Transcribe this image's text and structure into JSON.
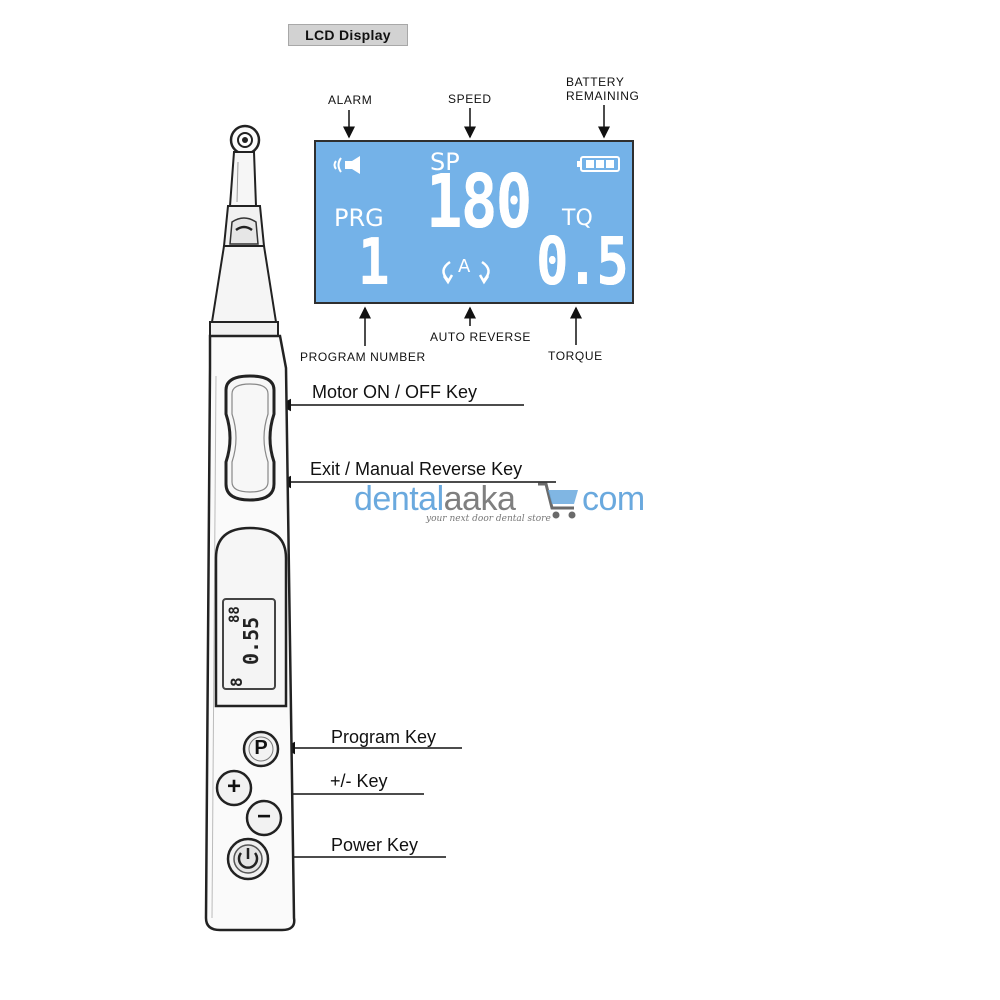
{
  "header": {
    "title": "LCD Display"
  },
  "lcd_callouts": {
    "alarm": "ALARM",
    "speed": "SPEED",
    "battery_line1": "BATTERY",
    "battery_line2": "REMAINING",
    "program_number": "PROGRAM NUMBER",
    "auto_reverse": "AUTO REVERSE",
    "torque": "TORQUE"
  },
  "lcd_screen": {
    "sp_label": "SP",
    "speed_value": "180",
    "prg_label": "PRG",
    "program_value": "1",
    "tq_label": "TQ",
    "torque_value": "0.5",
    "auto_reverse_glyph": "A",
    "background_color": "#74b2e8"
  },
  "device_keys": {
    "motor": "Motor  ON / OFF  Key",
    "exit": "Exit / Manual Reverse Key",
    "program": "Program Key",
    "plus_minus": "+/-   Key",
    "power": "Power Key"
  },
  "device_buttons": {
    "program_symbol": "P",
    "plus_symbol": "+",
    "minus_symbol": "−"
  },
  "mini_display": {
    "program_value": "8",
    "torque_value": "0.55",
    "speed_value": "88"
  },
  "watermark": {
    "brand_left": "dentalaaka",
    "brand_right": "com",
    "tagline": "your next door dental store",
    "colors": {
      "dental": "#6aa9de",
      "aaka": "#7f7f7f"
    }
  }
}
